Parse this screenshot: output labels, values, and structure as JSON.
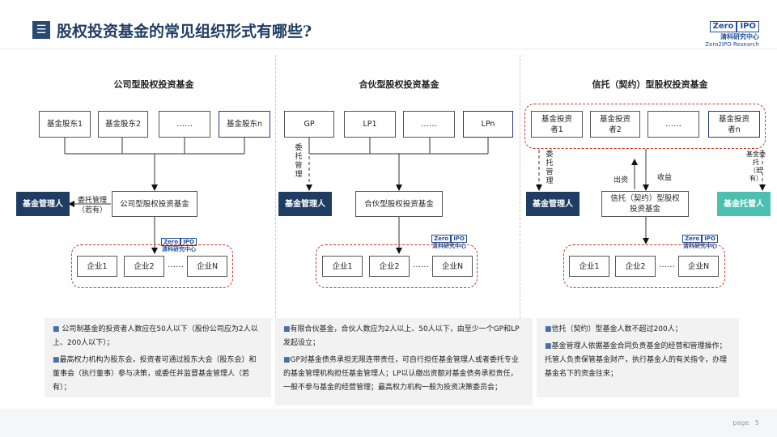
{
  "header": {
    "icon_glyph": "☰",
    "title": "股权投资基金的常见组织形式有哪些?",
    "logo": {
      "badge": "Zero",
      "badge2": "IPO",
      "cn": "清科研究中心",
      "en": "Zero2IPO Research"
    }
  },
  "corp": {
    "heading": "公司型股权投资基金",
    "investors": [
      "基金股东1",
      "基金股东2",
      "……",
      "基金股东n"
    ],
    "manager": "基金管理人",
    "delegate_note": "委托管理\n（若有）",
    "fund": "公司型股权投资基金",
    "companies": [
      "企业1",
      "企业2",
      "……",
      "企业N"
    ],
    "bullets": [
      "公司制基金的投资者人数应在50人以下（股份公司应为2人以上、200人以下）；",
      "最高权力机构为股东会，投资者可通过股东大会（股东会）和董事会（执行董事）参与决策，或委任并监督基金管理人（若有）；"
    ]
  },
  "lp": {
    "heading": "合伙型股权投资基金",
    "investors": [
      "GP",
      "LP1",
      "……",
      "LPn"
    ],
    "manager": "基金管理人",
    "delegate_note": "委\n托\n管\n理",
    "fund": "合伙型股权投资基金",
    "companies": [
      "企业1",
      "企业2",
      "……",
      "企业N"
    ],
    "bullets": [
      "有限合伙基金，合伙人数应为2人以上、50人以下，由至少一个GP和LP发起设立；",
      "GP对基金债务承担无限连带责任，可自行担任基金管理人或者委托专业的基金管理机构担任基金管理人；LP以认缴出资额对基金债务承担责任，一般不参与基金的经营管理；最高权力机构一般为投资决策委员会；"
    ]
  },
  "trust": {
    "heading": "信托（契约）型股权投资基金",
    "investors": [
      "基金投资\n者1",
      "基金投资\n者2",
      "……",
      "基金投资\n者n"
    ],
    "manager": "基金管理人",
    "custodian": "基金托管人",
    "delegate_note": "委\n托\n管\n理",
    "custody_note": "基金委托\n（若有）",
    "invest_label": "出资",
    "return_label": "收益",
    "fund": "信托（契约）型股权\n投资基金",
    "companies": [
      "企业1",
      "企业2",
      "……",
      "企业N"
    ],
    "bullets": [
      "信托（契约）型基金人数不超过200人；",
      "基金管理人依据基金合同负责基金的经营和管理操作；托管人负责保管基金财产，执行基金人的有关指令，办理基金名下的资金往来；"
    ]
  },
  "watermark": {
    "badge": "Zero",
    "badge2": "IPO",
    "cn": "清科研究中心"
  },
  "footer": {
    "page_label": "page",
    "page_num": "5"
  }
}
